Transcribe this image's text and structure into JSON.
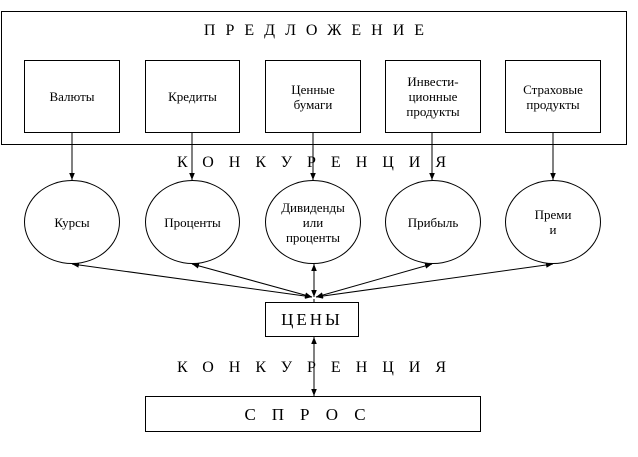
{
  "supply": {
    "title": "ПРЕДЛОЖЕНИЕ",
    "boxes": [
      {
        "label": "Валюты"
      },
      {
        "label": "Кредиты"
      },
      {
        "label": "Ценные\nбумаги"
      },
      {
        "label": "Инвести-\nционные\nпродукты"
      },
      {
        "label": "Страховые\nпродукты"
      }
    ]
  },
  "competition_top": "КОНКУРЕНЦИЯ",
  "circles": [
    {
      "label": "Курсы"
    },
    {
      "label": "Проценты"
    },
    {
      "label": "Дивиденды\nили\nпроценты"
    },
    {
      "label": "Прибыль"
    },
    {
      "label": "Преми\nи"
    }
  ],
  "prices": "ЦЕНЫ",
  "competition_bottom": "КОНКУРЕНЦИЯ",
  "demand": "СПРОС"
}
